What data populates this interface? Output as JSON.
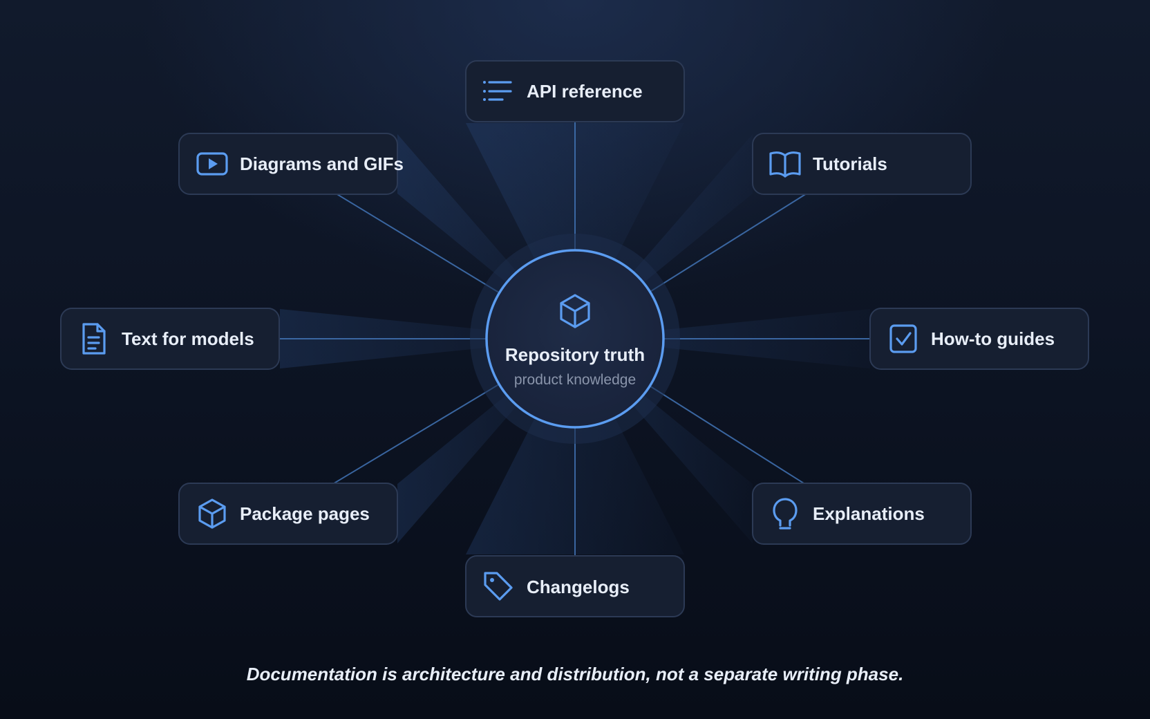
{
  "hub": {
    "title": "Repository truth",
    "subtitle": "product knowledge",
    "icon": "cube-icon"
  },
  "nodes": [
    {
      "id": "api-reference",
      "label": "API reference",
      "icon": "list-icon"
    },
    {
      "id": "tutorials",
      "label": "Tutorials",
      "icon": "book-icon"
    },
    {
      "id": "how-to-guides",
      "label": "How-to guides",
      "icon": "check-square-icon"
    },
    {
      "id": "explanations",
      "label": "Explanations",
      "icon": "lightbulb-icon"
    },
    {
      "id": "changelogs",
      "label": "Changelogs",
      "icon": "tag-icon"
    },
    {
      "id": "package-pages",
      "label": "Package pages",
      "icon": "package-icon"
    },
    {
      "id": "text-for-models",
      "label": "Text for models",
      "icon": "document-icon"
    },
    {
      "id": "diagrams-and-gifs",
      "label": "Diagrams and GIFs",
      "icon": "video-icon"
    }
  ],
  "caption": "Documentation is architecture and distribution, not a separate writing phase.",
  "colors": {
    "accent": "#5b9cf0",
    "background": "#0c1322",
    "card": "#161f31",
    "card_border": "#2c3a55",
    "text": "#e8eef8",
    "muted": "#8a95ab"
  }
}
